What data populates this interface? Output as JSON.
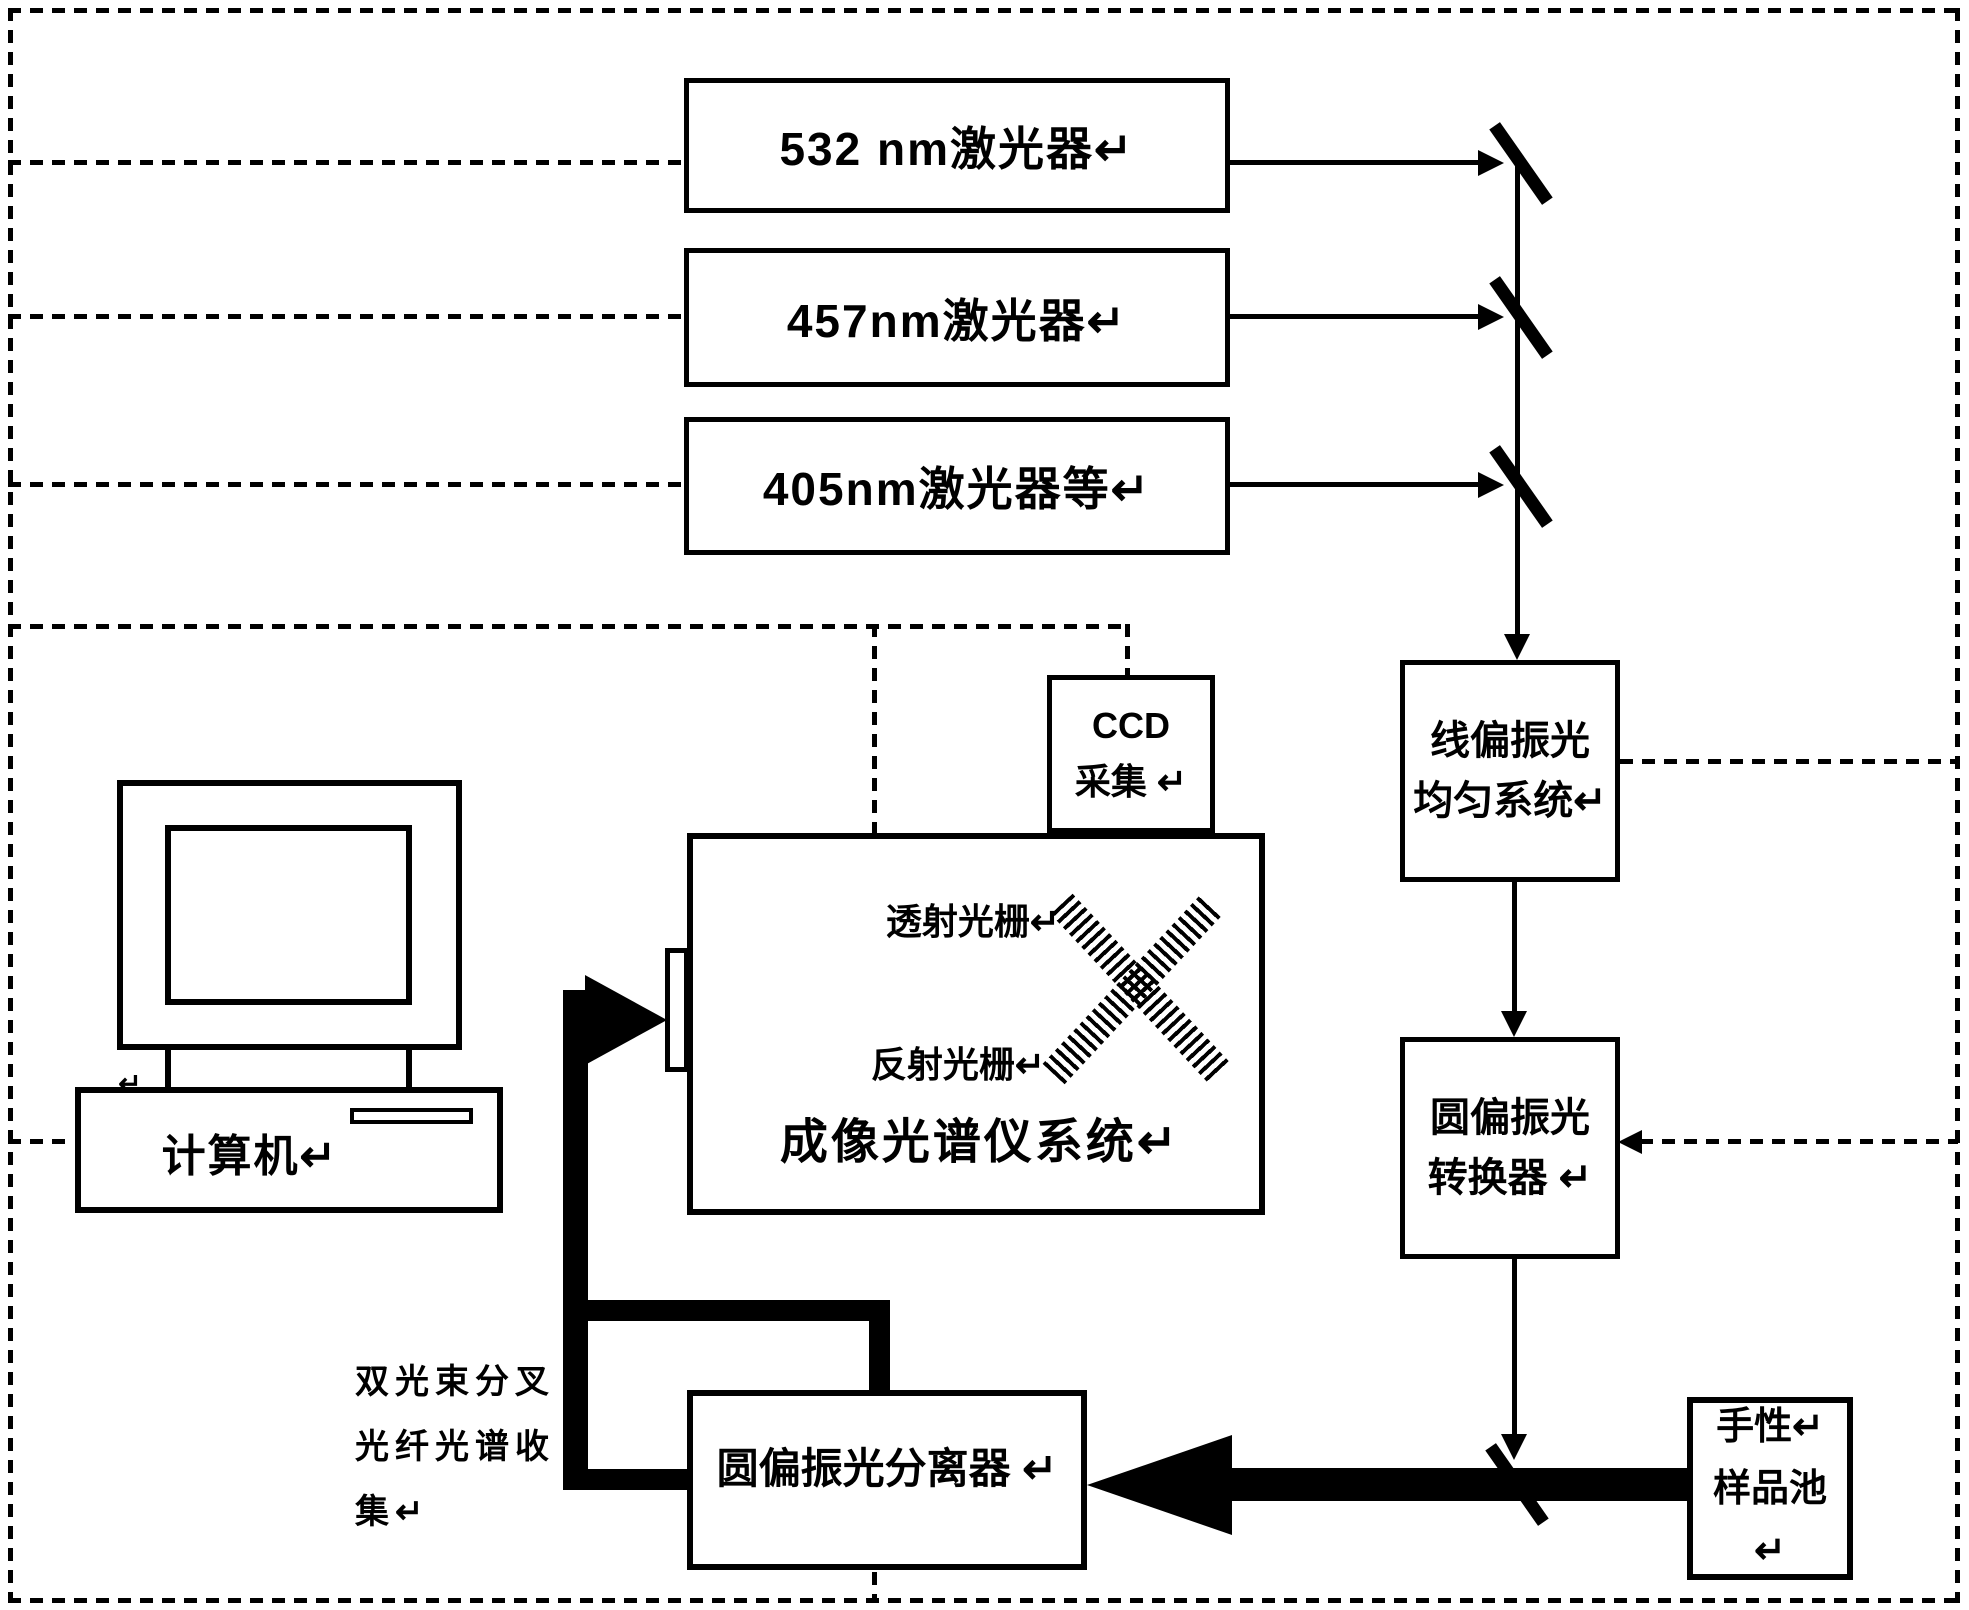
{
  "figure": {
    "colors": {
      "ink": "#000000",
      "background": "#ffffff"
    },
    "laser_boxes": [
      {
        "label": "532 nm激光器↵"
      },
      {
        "label": "457nm激光器↵"
      },
      {
        "label": "405nm激光器等↵"
      }
    ],
    "linear_polarizer": {
      "line1": "线偏振光",
      "line2": "均匀系统↵"
    },
    "circular_converter": {
      "line1": "圆偏振光",
      "line2": "转换器 ↵"
    },
    "circular_separator": {
      "label": "圆偏振光分离器 ↵"
    },
    "chiral_cell": {
      "line1": "手性↵",
      "line2": "样品池 ↵"
    },
    "ccd": {
      "line1": "CCD",
      "line2": "采集 ↵"
    },
    "spectrometer": {
      "label": "成像光谱仪系统↵",
      "transmission_grating_label": "透射光栅↵",
      "reflection_grating_label": "反射光栅↵"
    },
    "computer": {
      "label": "计算机↵",
      "return_mark": "↵"
    },
    "fiber_note": {
      "line1": "双光束分叉",
      "line2": "光纤光谱收",
      "line3": "集↵"
    }
  }
}
